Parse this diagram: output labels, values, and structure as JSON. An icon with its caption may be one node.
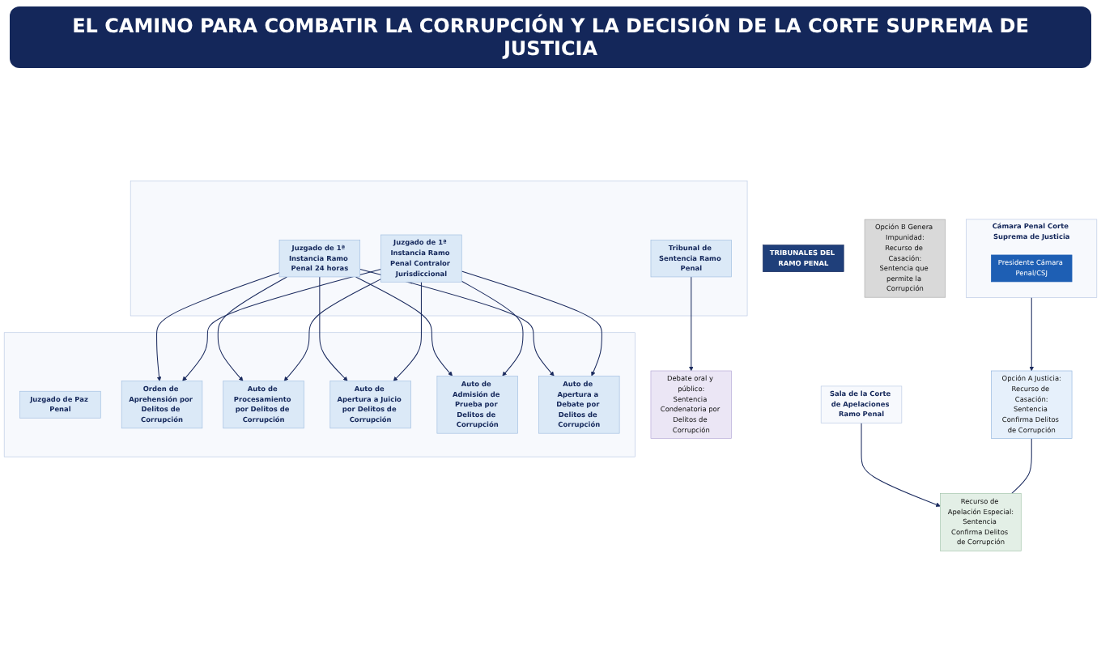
{
  "diagram": {
    "title": "EL CAMINO PARA COMBATIR LA CORRUPCIÓN Y LA DECISIÓN DE LA CORTE SUPREMA DE JUSTICIA",
    "nodes": [
      {
        "text": [
          "TRIBUNALES DEL RAMO PENAL"
        ]
      },
      {
        "text": [
          "Cámara Penal Corte Suprema de Justicia"
        ]
      },
      {
        "text": [
          "Presidente Cámara Penal/CSJ"
        ],
        "in": 1
      },
      {
        "text": [
          "Sala de la Corte de Apelaciones Ramo Penal"
        ]
      },
      {
        "text": [],
        "shape": "box"
      },
      {
        "text": [
          "Juzgado de 1ª Instancia Ramo Penal 24 horas"
        ],
        "in": 4
      },
      {
        "text": [
          "Juzgado de 1ª Instancia Ramo Penal Contralor Jurisdiccional"
        ],
        "in": 4
      },
      {
        "text": [
          "Tribunal de Sentencia Ramo Penal"
        ],
        "in": 4
      },
      {
        "text": [],
        "shape": "box"
      },
      {
        "text": [
          "Juzgado de Paz Penal"
        ],
        "in": 8
      },
      {
        "text": [
          "Orden de Aprehensión por Delitos de Corrupción"
        ],
        "in": 8
      },
      {
        "text": [
          "Auto de Procesamiento por Delitos de Corrupción"
        ],
        "in": 8
      },
      {
        "text": [
          "Auto de Apertura a Juicio por Delitos de Corrupción"
        ],
        "in": 8
      },
      {
        "text": [
          "Auto de Admisión de Prueba por Delitos de Corrupción"
        ],
        "in": 8
      },
      {
        "text": [
          "Auto de Apertura a Debate por Delitos de Corrupción"
        ],
        "in": 8
      },
      {
        "text": [
          "Opción A Justicia:",
          "Recurso de Casación:",
          "Sentencia Confirma Delitos de Corrupción"
        ]
      },
      {
        "text": [
          "Opción B Genera Impunidad:",
          "Recurso de Casación:",
          "Sentencia que permite la Corrupción"
        ]
      },
      {
        "text": [
          "Recurso de Apelación Especial:",
          "Sentencia Confirma Delitos de Corrupción"
        ]
      },
      {
        "text": [
          "Debate oral y público:",
          "Sentencia Condenatoria por Delitos de Corrupción"
        ]
      }
    ],
    "edges": [
      {
        "from": 1,
        "to": 15,
        "arrow": "to"
      },
      {
        "from": 3,
        "to": 17,
        "arrow": "to"
      },
      {
        "from": 7,
        "to": 18,
        "arrow": "to"
      },
      {
        "from": 15,
        "to": 17,
        "arrow": "none"
      },
      {
        "from": 5,
        "to": 10,
        "arrow": "to"
      },
      {
        "from": 5,
        "to": 11,
        "arrow": "to"
      },
      {
        "from": 5,
        "to": 12,
        "arrow": "to"
      },
      {
        "from": 5,
        "to": 13,
        "arrow": "to"
      },
      {
        "from": 5,
        "to": 14,
        "arrow": "to"
      },
      {
        "from": 6,
        "to": 10,
        "arrow": "to"
      },
      {
        "from": 6,
        "to": 11,
        "arrow": "to"
      },
      {
        "from": 6,
        "to": 12,
        "arrow": "to"
      },
      {
        "from": 6,
        "to": 13,
        "arrow": "to"
      },
      {
        "from": 6,
        "to": 14,
        "arrow": "to"
      }
    ]
  }
}
